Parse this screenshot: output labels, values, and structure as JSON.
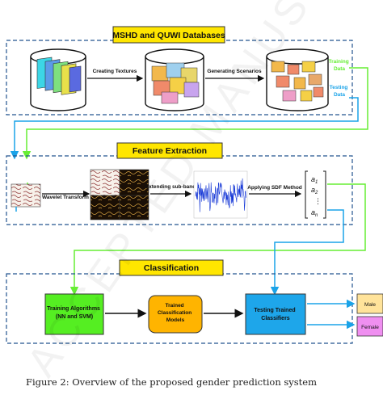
{
  "sections": {
    "databases": {
      "title": "MSHD and QUWI Databases"
    },
    "feature_extraction": {
      "title": "Feature Extraction"
    },
    "classification": {
      "title": "Classification"
    }
  },
  "steps": {
    "creating_textures": "Creating Textures",
    "generating_scenarios": "Generating Scenarios",
    "wavelet_transform": "Wavelet Transform",
    "extending_subband": "Extending sub-band",
    "applying_sdf": "Applying SDF Method"
  },
  "data_labels": {
    "training": [
      "Training",
      "Data"
    ],
    "testing": [
      "Testing",
      "Data"
    ]
  },
  "vector": {
    "a1": "a",
    "a1_sub": "1",
    "a2": "a",
    "a2_sub": "2",
    "dots": "⋮",
    "an": "a",
    "an_sub": "n"
  },
  "classification": {
    "training_algorithms": [
      "Training Algorithms",
      "(NN and SVM)"
    ],
    "trained_models": [
      "Trained",
      "Classification",
      "Models"
    ],
    "testing_classifiers": [
      "Testing Trained",
      "Classifiers"
    ],
    "male": "Male",
    "female": "Female"
  },
  "caption": "Figure 2: Overview of the proposed gender prediction system",
  "watermark": "ACCEPTED MANUSCRIPT",
  "colors": {
    "title_box": "#ffe600",
    "training_arrow": "#66ee33",
    "testing_arrow": "#1aa3e8",
    "training_algo": "#55ee22",
    "trained_models": "#ffb400",
    "testing_classifiers": "#1ea6ea",
    "male": "#ffe39a",
    "female": "#ef8ff0"
  }
}
